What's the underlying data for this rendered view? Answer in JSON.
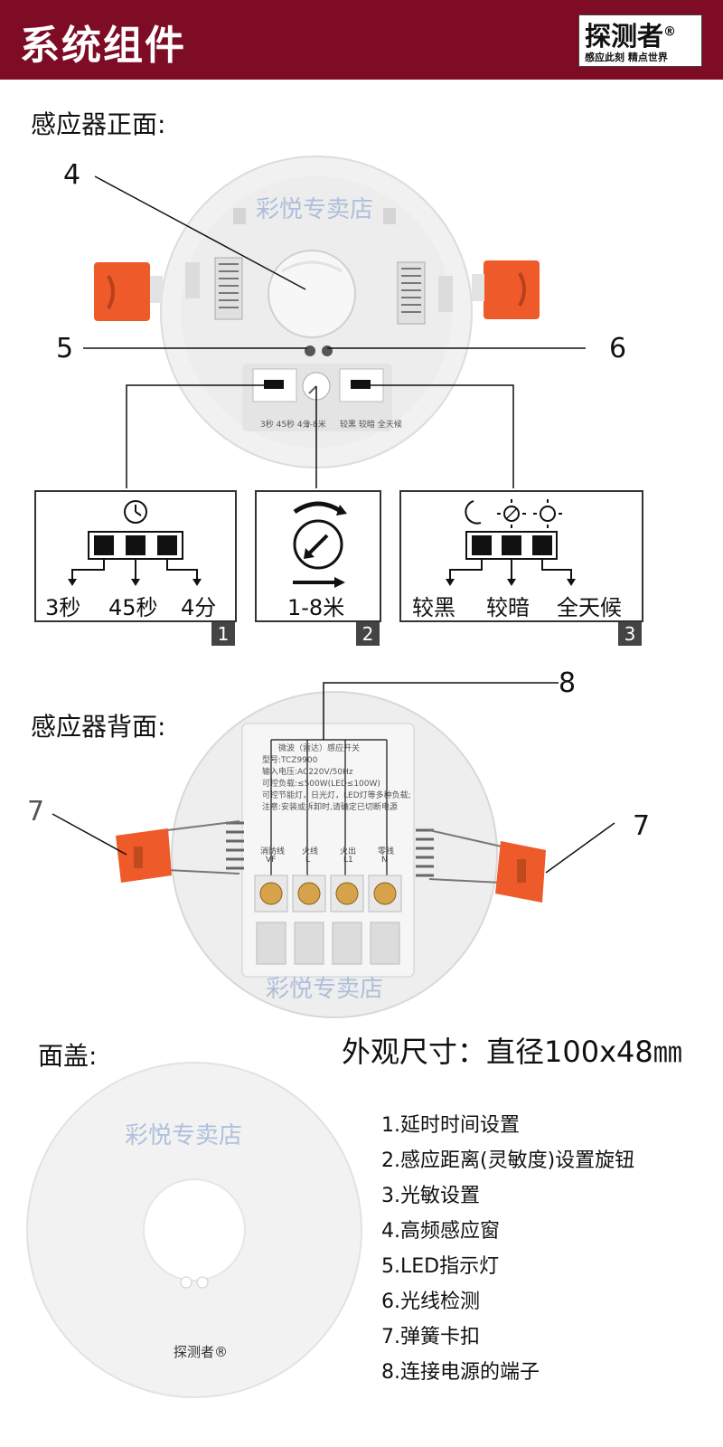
{
  "header": {
    "title": "系统组件",
    "brand_name": "探测者",
    "brand_reg": "®",
    "brand_slogan": "感应此刻 精点世界"
  },
  "front": {
    "label": "感应器正面:",
    "watermark": "彩悦专卖店",
    "callouts": [
      "4",
      "5",
      "6"
    ],
    "switch_labels": [
      "3秒 45秒 4分",
      "1-8米",
      "较黑 较暗 全天候"
    ]
  },
  "panels": [
    {
      "number": "1",
      "icon": "clock-icon",
      "labels": [
        "3秒",
        "45秒",
        "4分"
      ]
    },
    {
      "number": "2",
      "icon": "dial-icon",
      "labels": [
        "1-8米"
      ]
    },
    {
      "number": "3",
      "icon": "moon-sun-icon",
      "labels": [
        "较黑",
        "较暗",
        "全天候"
      ]
    }
  ],
  "back": {
    "label": "感应器背面:",
    "callout_8": "8",
    "callout_7": "7",
    "watermark": "彩悦专卖店",
    "module_lines": [
      "微波（雷达）感应开关",
      "型号:TCZ9900",
      "输入电压:AC220V/50Hz",
      "可控负载:≤500W(LED≤100W)",
      "可控节能灯，日光灯，LED灯等多种负载;",
      "注意:安装或拆卸时,请确定已切断电源"
    ],
    "terminal_labels": [
      "消防线",
      "火线",
      "火出",
      "零线"
    ],
    "terminal_codes": [
      "VF",
      "L",
      "L1",
      "N"
    ]
  },
  "cover": {
    "label": "面盖:",
    "watermark": "彩悦专卖店",
    "brand": "探测者®"
  },
  "dimensions": "外观尺寸：直径100x48㎜",
  "legend": [
    "1.延时时间设置",
    "2.感应距离(灵敏度)设置旋钮",
    "3.光敏设置",
    "4.高频感应窗",
    "5.LED指示灯",
    "6.光线检测",
    "7.弹簧卡扣",
    "8.连接电源的端子"
  ]
}
